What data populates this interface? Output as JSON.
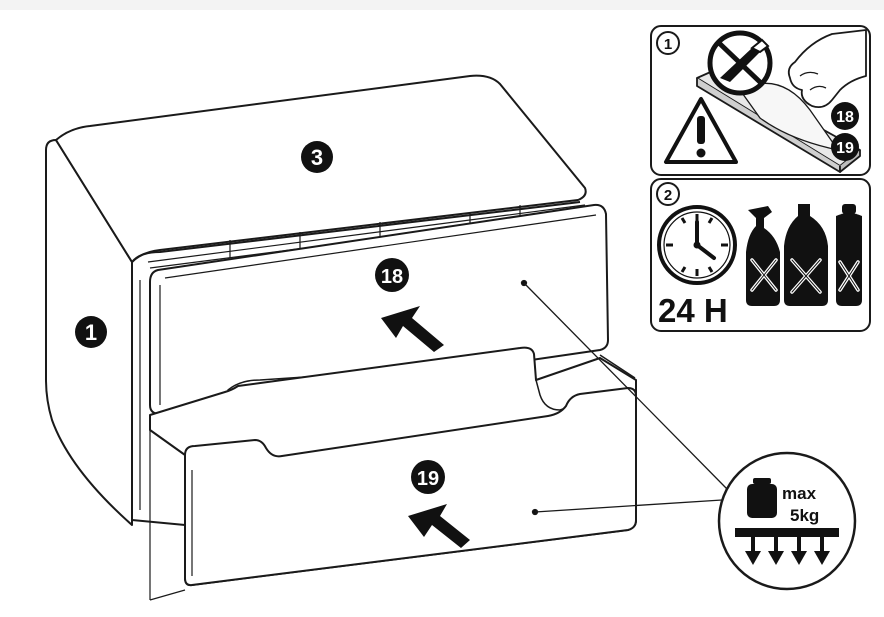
{
  "labels": {
    "side_panel": "1",
    "top_panel": "3",
    "upper_drawer": "18",
    "lower_drawer": "19"
  },
  "panel1": {
    "step": "1",
    "part_a": "18",
    "part_b": "19"
  },
  "panel2": {
    "step": "2",
    "duration": "24 H"
  },
  "load": {
    "max_label": "max",
    "weight": "5kg"
  },
  "colors": {
    "line": "#1a1a1a",
    "fill": "#ffffff",
    "badge": "#111111",
    "warning_fill": "#f2f2f2"
  },
  "icons": {
    "warning": "warning-triangle-icon",
    "no_knife": "no-knife-icon",
    "clock": "clock-icon",
    "weight": "weight-icon"
  }
}
